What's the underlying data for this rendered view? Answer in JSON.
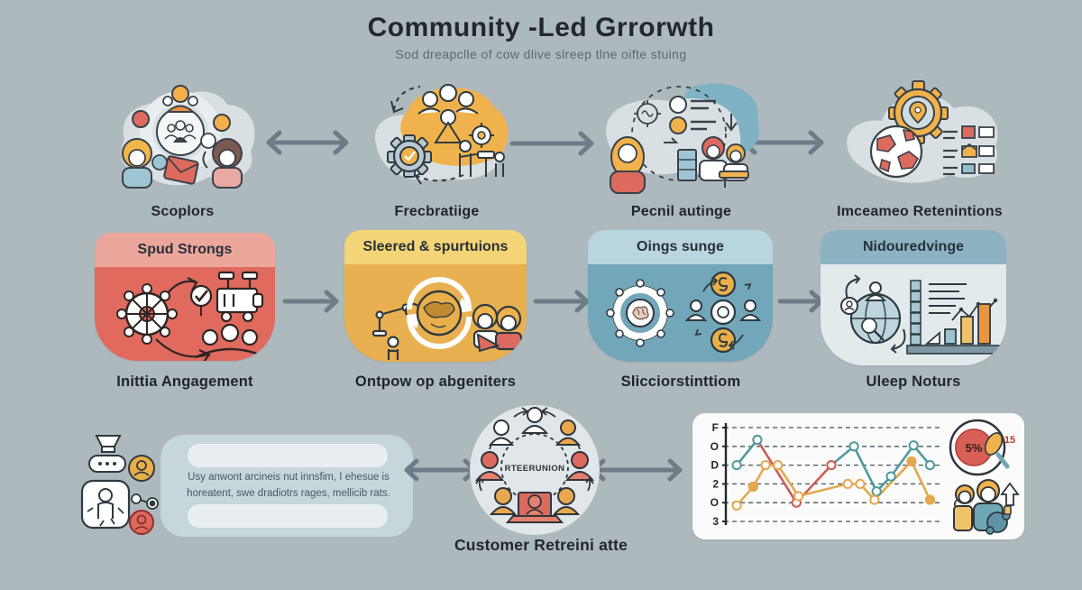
{
  "title": {
    "heading": "Community -Led Grrorwth",
    "subtitle": "Sod dreapclle of cow dlive slreep tlne oifte stuing"
  },
  "top_row": {
    "items": [
      {
        "label": "Scoplors"
      },
      {
        "label": "Frecbratiige"
      },
      {
        "label": "Pecnil autinge"
      },
      {
        "label": "Imceameo Retenintions"
      }
    ]
  },
  "mid_row": {
    "cards": [
      {
        "header": "Spud Strongs",
        "label": "Inittia Angagement"
      },
      {
        "header": "Sleered & spurtuions",
        "label": "Ontpow op abgeniters"
      },
      {
        "header": "Oings sunge",
        "label": "Slicciorstinttiom"
      },
      {
        "header": "Nidouredvinge",
        "label": "Uleep Noturs"
      }
    ]
  },
  "bottom_row": {
    "quote_lines": [
      "Usy anwont arcineis nut innsfim, I ehesue is",
      "horeatent, swe dradiotrs rages, mellicib rats."
    ],
    "cycle_label": "RTEERUNION",
    "caption": "Customer Retreini atte",
    "stat_percent": "5%",
    "stat_number": "15"
  },
  "chart_data": {
    "type": "line",
    "title": "",
    "xlabel": "",
    "ylabel": "",
    "y_tick_labels": [
      "F",
      "O",
      "D",
      "2",
      "O",
      "3"
    ],
    "y_gridline_values": [
      5,
      4,
      3,
      2,
      1,
      0
    ],
    "ylim": [
      0,
      5
    ],
    "xlim": [
      0,
      100
    ],
    "grid": "dashed-horizontal",
    "legend_position": "none",
    "series": [
      {
        "name": "teal-retention-line",
        "color": "#4f9aa0",
        "x": [
          4,
          14,
          33,
          50,
          61,
          72,
          79,
          90,
          98
        ],
        "values": [
          3.0,
          4.35,
          1.0,
          3.0,
          4.0,
          1.6,
          2.4,
          4.05,
          3.0
        ],
        "segment_colors": [
          "#4f9aa0",
          "#cc5b54",
          "#cc5b54",
          "#4f9aa0",
          "#4f9aa0",
          "#4f9aa0",
          "#4f9aa0",
          "#4f9aa0"
        ],
        "filled_markers": [
          false,
          false,
          false,
          false,
          false,
          false,
          false,
          false,
          false
        ]
      },
      {
        "name": "orange-engagement-line",
        "color": "#e4a84e",
        "x": [
          4,
          12,
          18,
          24,
          34,
          58,
          64,
          71,
          89,
          98
        ],
        "values": [
          0.85,
          1.85,
          3.0,
          3.0,
          1.35,
          2.0,
          2.0,
          1.15,
          3.2,
          1.15
        ],
        "filled_markers": [
          false,
          true,
          false,
          false,
          false,
          false,
          false,
          false,
          true,
          true
        ]
      }
    ]
  },
  "colors": {
    "background": "#aeb9be",
    "blob_light": "#d8e0e4",
    "accent_orange": "#f0b24c",
    "accent_red": "#dd6a5e",
    "accent_teal": "#7fb3c4",
    "card1_header": "#eca79d",
    "card1_body": "#e06a5d",
    "card2_header": "#f3d477",
    "card2_body": "#e9b052",
    "card3_header": "#b9d5dd",
    "card3_body": "#72a6b9",
    "card4_header": "#8cb3c2",
    "card4_body": "#e3eaec",
    "arrow": "#6f7c85",
    "speech_panel": "#c6d6db",
    "chart_panel": "#fafbfa"
  }
}
